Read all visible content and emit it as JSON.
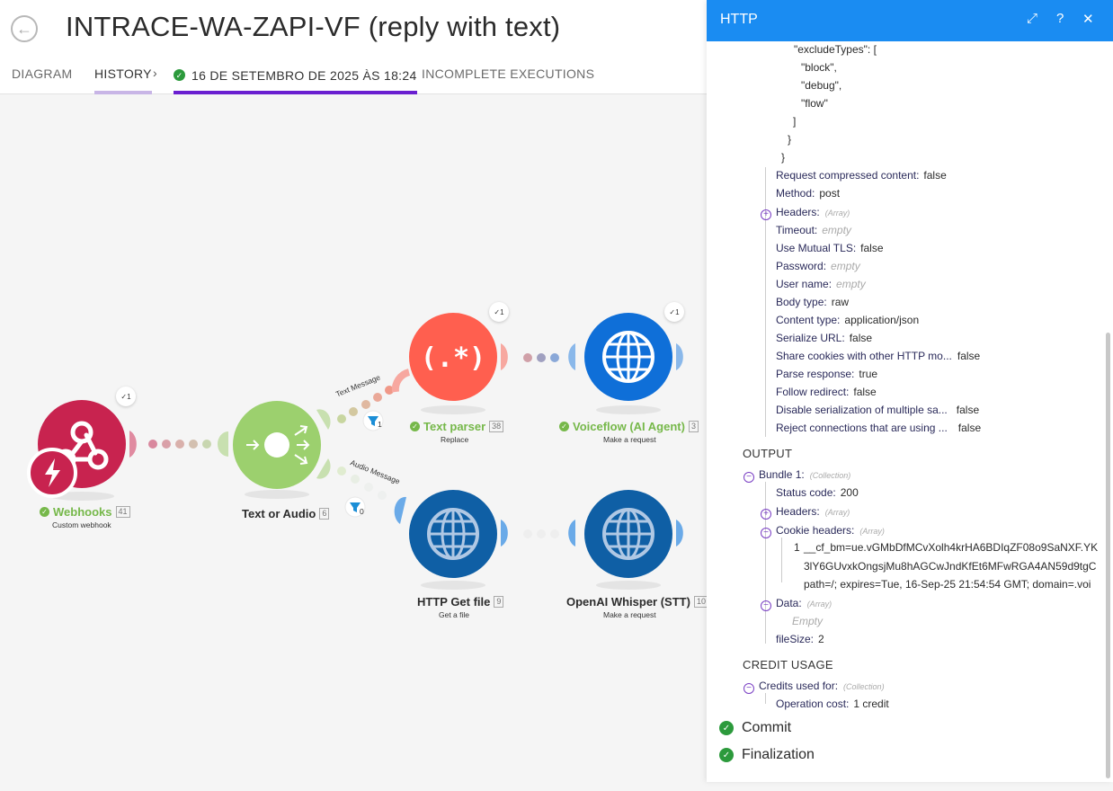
{
  "header": {
    "title": "INTRACE-WA-ZAPI-VF (reply with text)",
    "tabs": {
      "diagram": "DIAGRAM",
      "history": "HISTORY",
      "chevron": "›",
      "execution": "16 DE SETEMBRO DE 2025 ÀS 18:24",
      "incomplete": "INCOMPLETE EXECUTIONS"
    }
  },
  "canvas": {
    "nodes": {
      "webhooks": {
        "label": "Webhooks",
        "num": "41",
        "sub": "Custom webhook",
        "badge": "1"
      },
      "router": {
        "label": "Text or Audio",
        "num": "6"
      },
      "text_parser": {
        "label": "Text parser",
        "num": "38",
        "sub": "Replace",
        "badge": "1"
      },
      "voiceflow": {
        "label": "Voiceflow (AI Agent)",
        "num": "3",
        "sub": "Make a request",
        "badge": "1"
      },
      "http_get_file": {
        "label": "HTTP Get file",
        "num": "9",
        "sub": "Get a file"
      },
      "whisper": {
        "label": "OpenAI Whisper (STT)",
        "num": "10",
        "sub": "Make a request"
      }
    },
    "routes": {
      "text": "Text Message",
      "audio": "Audio Message",
      "filter_text_count": "1",
      "filter_audio_count": "0"
    },
    "colors": {
      "webhooks": "#c8234f",
      "router": "#9cd06e",
      "text_parser": "#ff5f4f",
      "voiceflow": "#0f6fd8",
      "http": "#0f5fa5"
    }
  },
  "panel": {
    "title": "HTTP",
    "icons": {
      "expand": "expand-icon",
      "help": "?",
      "close": "✕"
    },
    "code_lines": [
      "\"excludeTypes\": [",
      "\"block\",",
      "\"debug\",",
      "\"flow\"",
      "]",
      "}",
      "}"
    ],
    "fields": [
      {
        "key": "Request compressed content:",
        "value": "false"
      },
      {
        "key": "Method:",
        "value": "post"
      },
      {
        "key": "Headers:",
        "tag": "(Array)"
      },
      {
        "key": "Timeout:",
        "hint": "empty"
      },
      {
        "key": "Use Mutual TLS:",
        "value": "false"
      },
      {
        "key": "Password:",
        "hint": "empty"
      },
      {
        "key": "User name:",
        "hint": "empty"
      },
      {
        "key": "Body type:",
        "value": "raw"
      },
      {
        "key": "Content type:",
        "value": "application/json"
      },
      {
        "key": "Serialize URL:",
        "value": "false"
      },
      {
        "key": "Share cookies with other HTTP mo...",
        "value": "false"
      },
      {
        "key": "Parse response:",
        "value": "true"
      },
      {
        "key": "Follow redirect:",
        "value": "false"
      },
      {
        "key": "Disable serialization of multiple sa...",
        "value": "false"
      },
      {
        "key": "Reject connections that are using ...",
        "value": "false"
      }
    ],
    "output": {
      "title": "OUTPUT",
      "bundle": "Bundle 1:",
      "bundle_tag": "(Collection)",
      "status_key": "Status code:",
      "status_value": "200",
      "headers_key": "Headers:",
      "headers_tag": "(Array)",
      "cookie_key": "Cookie headers:",
      "cookie_tag": "(Array)",
      "cookie_index": "1",
      "cookie_line1": "__cf_bm=ue.vGMbDfMCvXolh4krHA6BDIqZF08o9SaNXF.YK",
      "cookie_line2": "3lY6GUvxkOngsjMu8hAGCwJndKfEt6MFwRGA4AN59d9tgC",
      "cookie_line3": "path=/; expires=Tue, 16-Sep-25 21:54:54 GMT; domain=.voi",
      "data_key": "Data:",
      "data_tag": "(Array)",
      "data_empty": "Empty",
      "filesize_key": "fileSize:",
      "filesize_value": "2"
    },
    "credit": {
      "title": "CREDIT USAGE",
      "used_key": "Credits used for:",
      "used_tag": "(Collection)",
      "op_key": "Operation cost:",
      "op_value": "1 credit"
    },
    "phases": {
      "commit": "Commit",
      "finalization": "Finalization"
    }
  }
}
